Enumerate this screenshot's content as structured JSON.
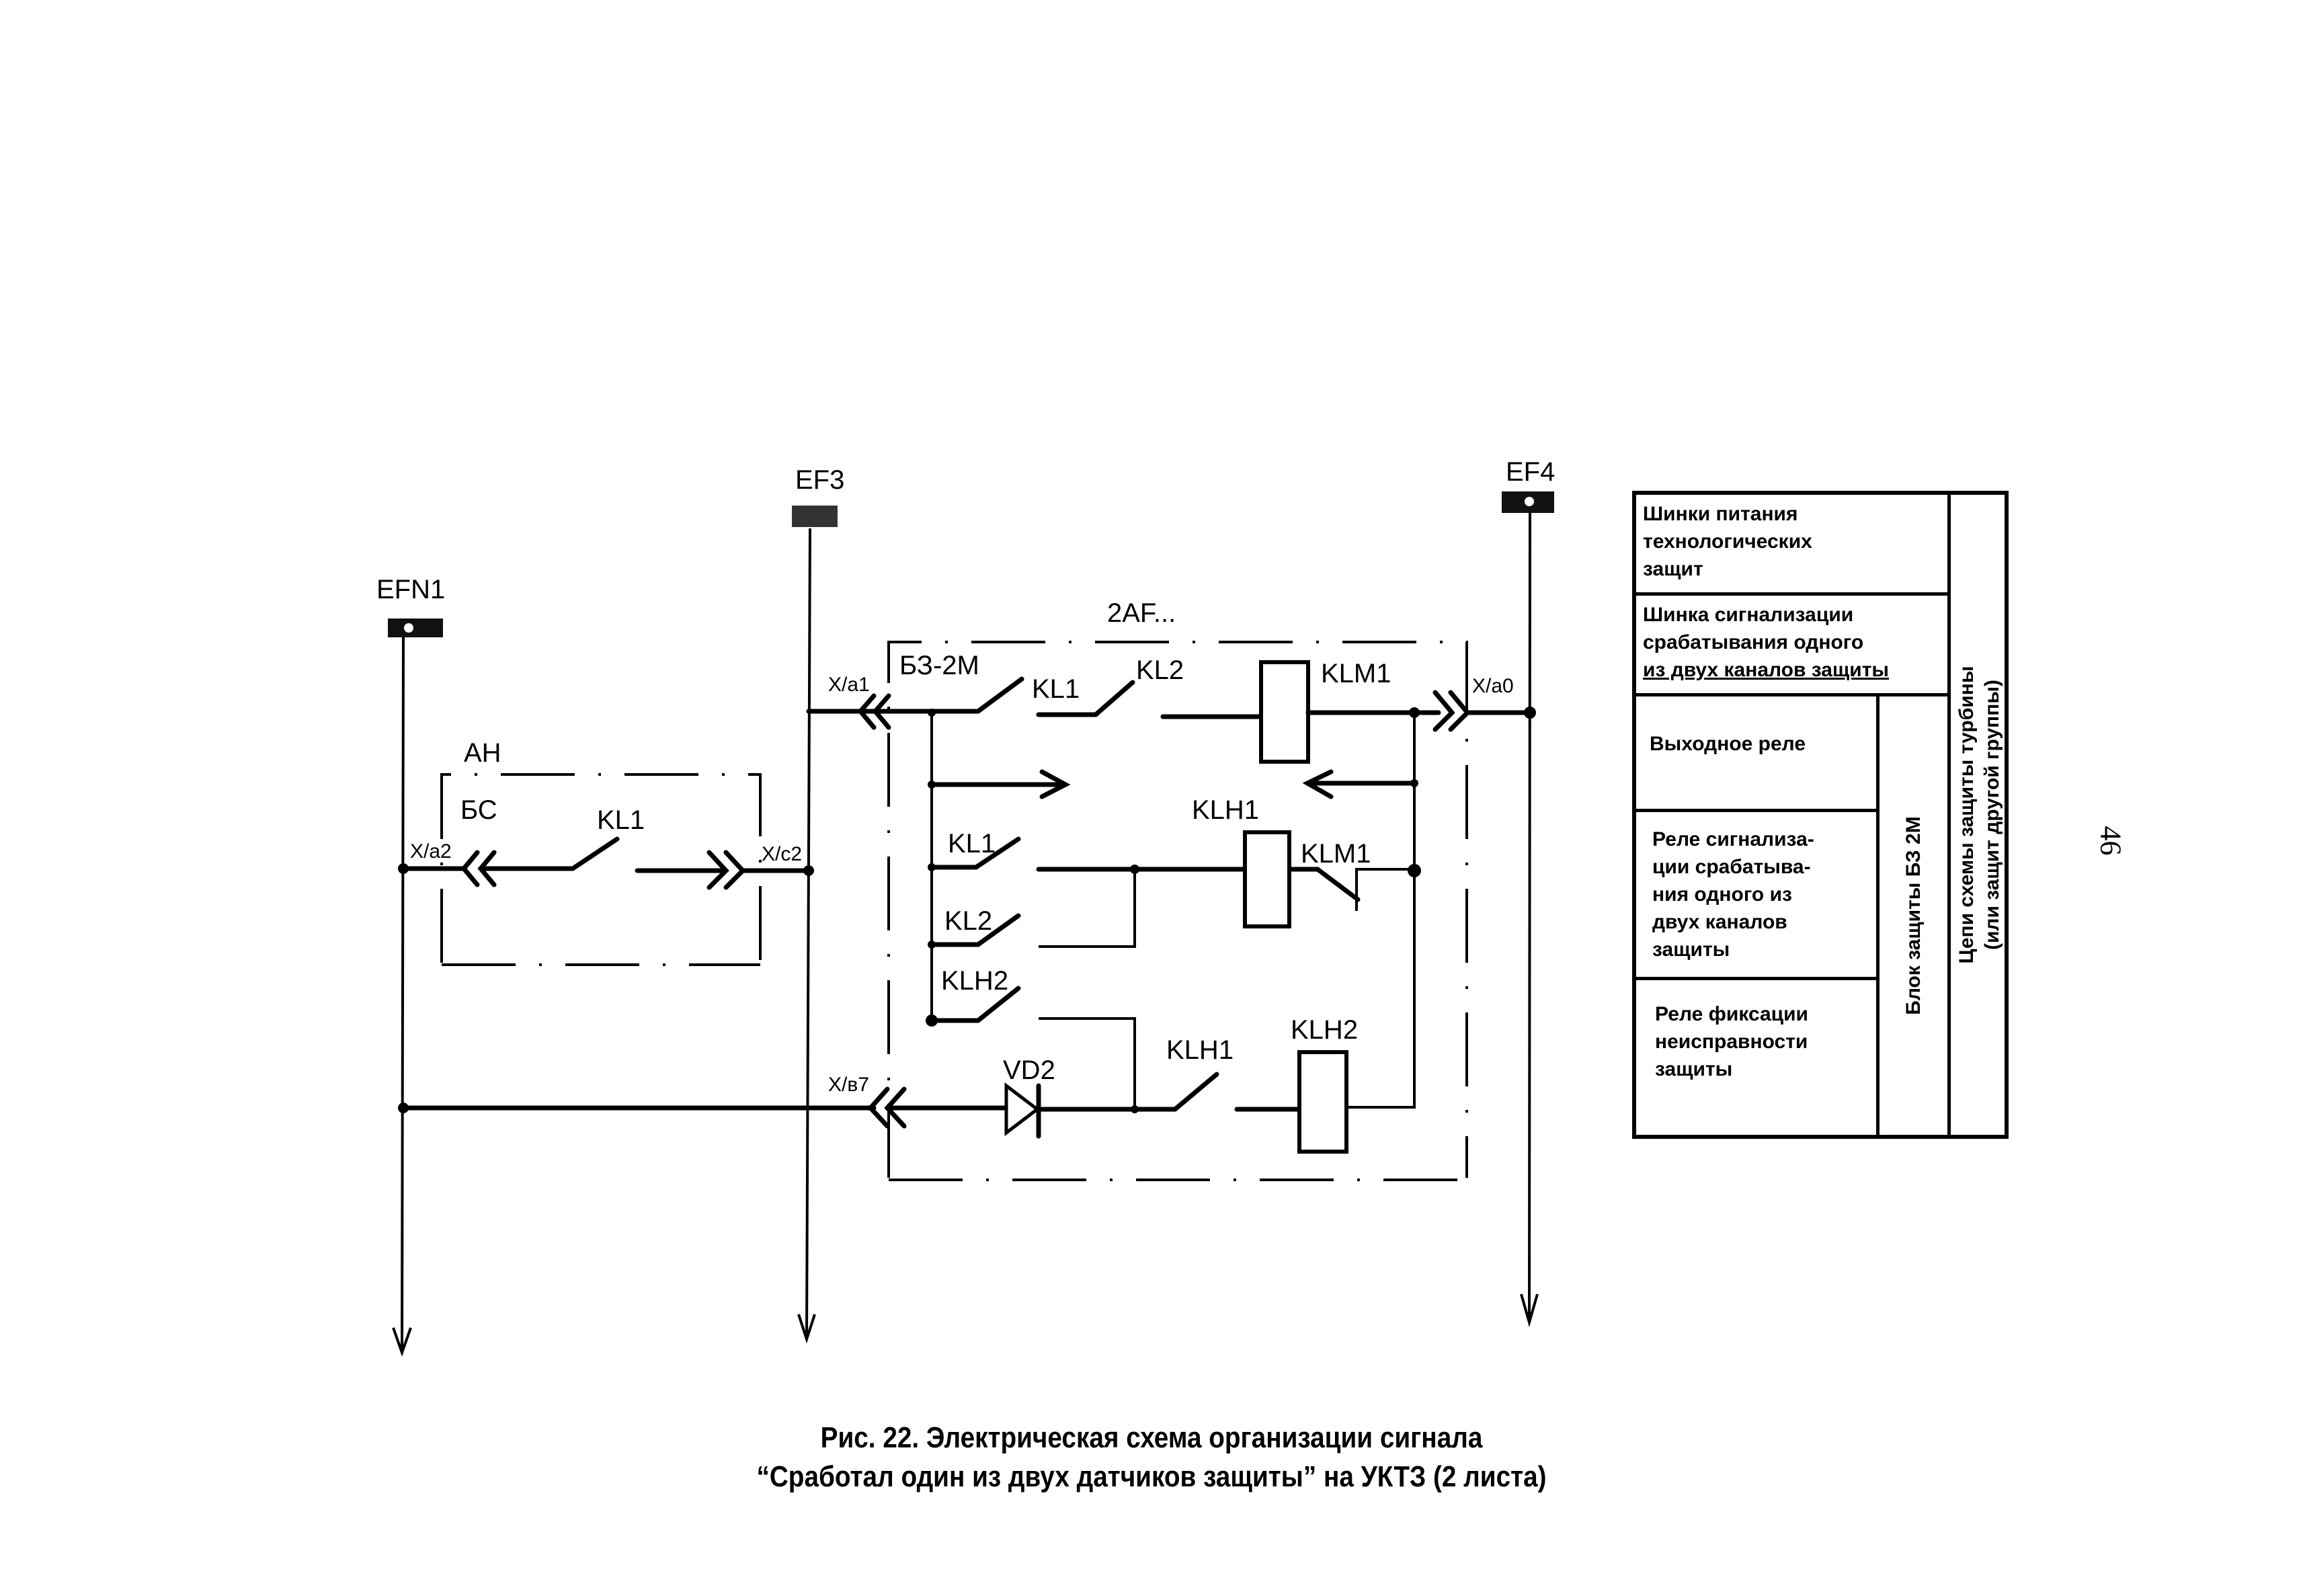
{
  "buses": [
    {
      "id": "efn1",
      "label": "EFN1"
    },
    {
      "id": "ef3",
      "label": "EF3"
    },
    {
      "id": "ef4",
      "label": "EF4"
    }
  ],
  "ah_block": {
    "label": "АН",
    "sublabel": "БС",
    "contact": "KL1",
    "connector_left": "X/a2",
    "connector_right": "X/c2"
  },
  "af_block": {
    "label": "2AF...",
    "sublabel": "БЗ-2М",
    "connector_top_left": "X/a1",
    "connector_top_right": "X/a0",
    "connector_bottom_left": "X/в7",
    "row1": {
      "contact_1": "KL1",
      "contact_2": "KL2",
      "coil": "KLM1"
    },
    "row2": {
      "contact_1": "KL1",
      "contact_2": "KL2",
      "contact_3": "KLH2",
      "coil": "KLH1",
      "nc_contact": "KLM1"
    },
    "row3": {
      "diode": "VD2",
      "contact": "KLH1",
      "coil": "KLH2"
    }
  },
  "legend": {
    "row_power": "Шинки питания технологических защит",
    "row_signal": "Шинка сигнализации срабатывания одного из двух каналов защиты",
    "row_output": "Выходное реле",
    "row_signal_relay": "Реле сигнализации срабатывания одного из двух каналов защиты",
    "row_signal_relay_lines": [
      "Реле сигнализа-",
      "ции срабатыва-",
      "ния одного из",
      "двух каналов",
      "защиты"
    ],
    "row_fault_relay_lines": [
      "Реле фиксации",
      "неисправности",
      "защиты"
    ],
    "row_power_lines": [
      "Шинки питания",
      "технологических",
      "защит"
    ],
    "row_signal_lines": [
      "Шинка сигнализации",
      "срабатывания одного",
      "из двух каналов защиты"
    ],
    "col_block": "Блок защиты БЗ 2М",
    "col_chain_line1": "Цепи схемы защиты турбины",
    "col_chain_line2": "(или защит другой группы)"
  },
  "page_number": "46",
  "caption": {
    "line1": "Рис. 22. Электрическая схема организации сигнала",
    "line2": "“Сработал один из двух датчиков защиты” на УКТЗ (2 листа)"
  }
}
